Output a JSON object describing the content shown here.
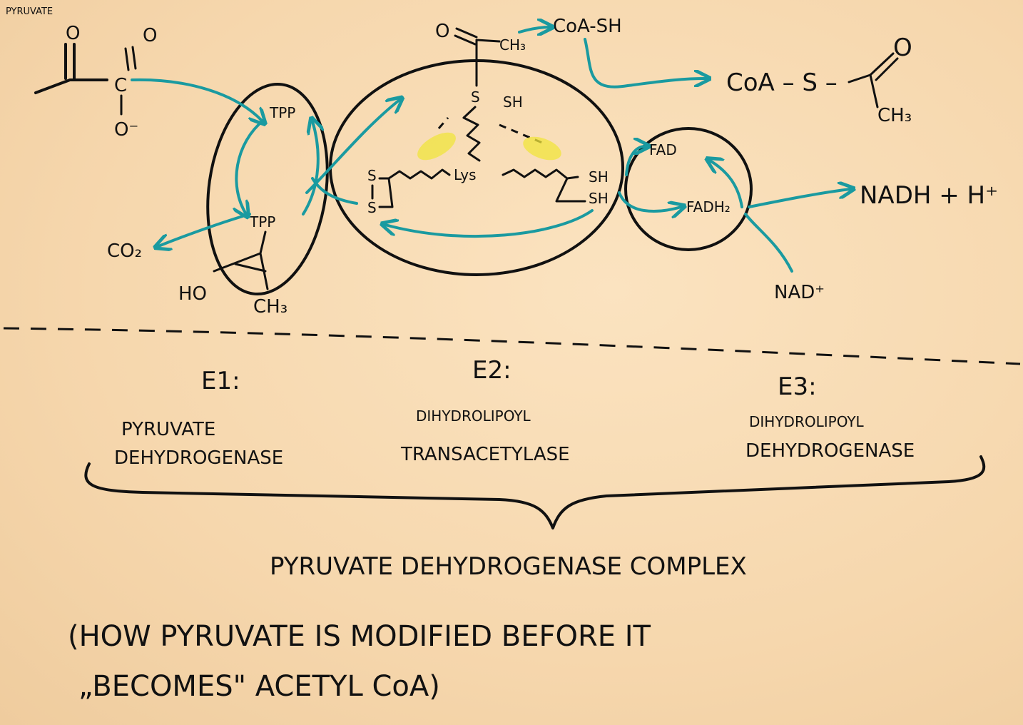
{
  "molecules": {
    "pyruvate_label": "PYRUVATE",
    "o_top": "O",
    "o_carboxyl_top": "O",
    "carboxyl_c": "C",
    "o_minus": "O⁻",
    "co2": "CO₂",
    "tpp_top": "TPP",
    "tpp_bottom": "TPP",
    "ho": "HO",
    "ch3_e1": "CH₃",
    "acetyl_o": "O",
    "acetyl_ch3": "CH₃",
    "s_acetyl": "S",
    "sh_top": "SH",
    "coa_sh": "CoA-SH",
    "acetyl_coa": "CoA – S –",
    "acetyl_coa_o": "O",
    "acetyl_coa_ch3": "CH₃",
    "s_left_top": "S",
    "s_left_bottom": "S",
    "lys": "Lys",
    "sh_right_top": "SH",
    "sh_right_bottom": "SH",
    "fad": "FAD",
    "fadh2": "FADH₂",
    "nadh": "NADH + H⁺",
    "nad": "NAD⁺"
  },
  "enzymes": [
    {
      "code": "E1:",
      "name_line1": "PYRUVATE",
      "name_line2": "DEHYDROGENASE"
    },
    {
      "code": "E2:",
      "name_line1": "DIHYDROLIPOYL",
      "name_line2": "TRANSACETYLASE"
    },
    {
      "code": "E3:",
      "name_line1": "DIHYDROLIPOYL",
      "name_line2": "DEHYDROGENASE"
    }
  ],
  "complex_label": "PYRUVATE DEHYDROGENASE COMPLEX",
  "caption_line1": "(HOW PYRUVATE IS MODIFIED BEFORE IT",
  "caption_line2": "„BECOMES\" ACETYL CoA)",
  "colors": {
    "paper": "#f7dcb4",
    "ink": "#111111",
    "arrow": "#1a9aa0",
    "highlight": "#f0e43c"
  }
}
